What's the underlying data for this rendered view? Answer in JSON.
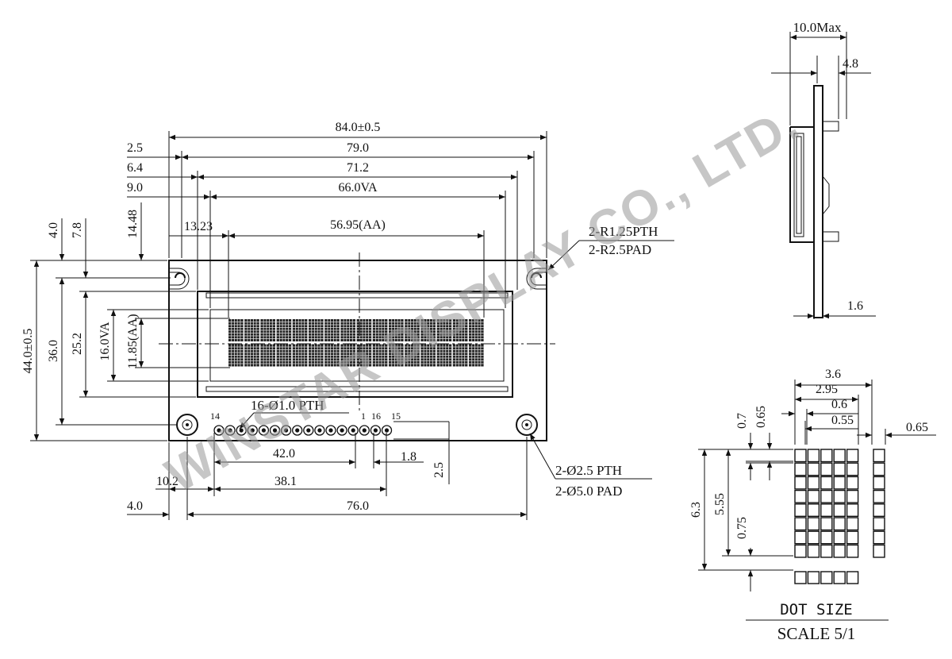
{
  "watermark": "WINSTAR DISPLAY CO., LTD.",
  "front": {
    "dims": {
      "overall_width": "84.0±0.5",
      "w79": "79.0",
      "w71": "71.2",
      "va_width": "66.0VA",
      "aa_width": "56.95(AA)",
      "left_2_5": "2.5",
      "left_6_4": "6.4",
      "left_9_0": "9.0",
      "left_13_23": "13.23",
      "overall_height": "44.0±0.5",
      "h36": "36.0",
      "h25_2": "25.2",
      "va_height": "16.0VA",
      "aa_height": "11.85(AA)",
      "top_4_0": "4.0",
      "top_7_8": "7.8",
      "top_14_48": "14.48",
      "pins_42": "42.0",
      "pin_1_8": "1.8",
      "pin_2_5": "2.5",
      "left_10_2": "10.2",
      "pins_38_1": "38.1",
      "bottom_4_0": "4.0",
      "holes_76": "76.0"
    },
    "callouts": {
      "tr_line1": "2-R1.25PTH",
      "tr_line2": "2-R2.5PAD",
      "pth": "16-Ø1.0 PTH",
      "br_line1": "2-Ø2.5 PTH",
      "br_line2": "2-Ø5.0 PAD"
    },
    "pins": {
      "p14": "14",
      "p1": "1",
      "p16": "16",
      "p15": "15"
    }
  },
  "side": {
    "max": "10.0Max",
    "d4_8": "4.8",
    "d1_6": "1.6"
  },
  "dot": {
    "d3_6": "3.6",
    "d2_95": "2.95",
    "d0_6": "0.6",
    "d0_55": "0.55",
    "d0_65_right": "0.65",
    "d0_7": "0.7",
    "d0_65_left": "0.65",
    "d6_3": "6.3",
    "d5_55": "5.55",
    "d0_75": "0.75",
    "title": "DOT SIZE",
    "scale": "SCALE 5/1"
  }
}
